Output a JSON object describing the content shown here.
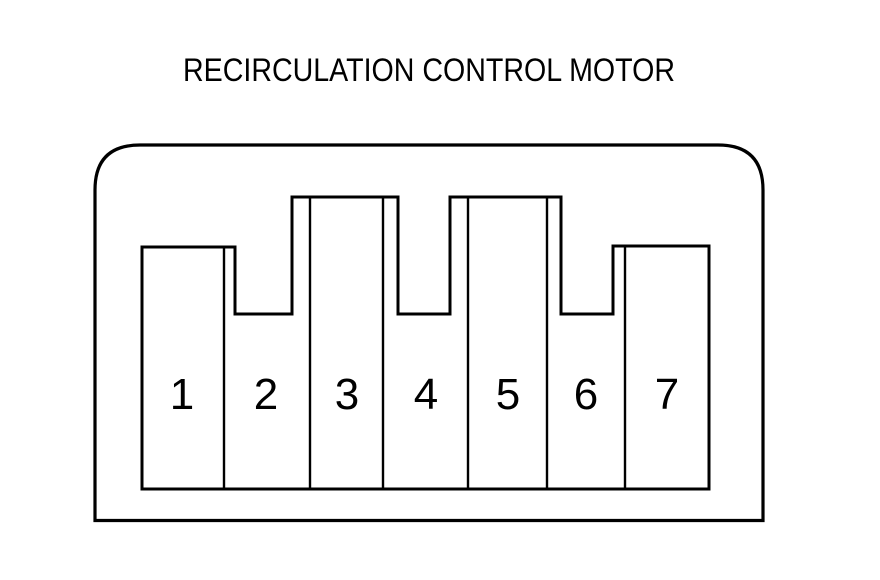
{
  "title": "RECIRCULATION CONTROL MOTOR",
  "diagram": {
    "kind": "connector-pinout-view",
    "line_color": "#000000",
    "background_color": "#ffffff",
    "pin_count": "7",
    "pins": [
      {
        "number": "1"
      },
      {
        "number": "2"
      },
      {
        "number": "3"
      },
      {
        "number": "4"
      },
      {
        "number": "5"
      },
      {
        "number": "6"
      },
      {
        "number": "7"
      }
    ]
  }
}
